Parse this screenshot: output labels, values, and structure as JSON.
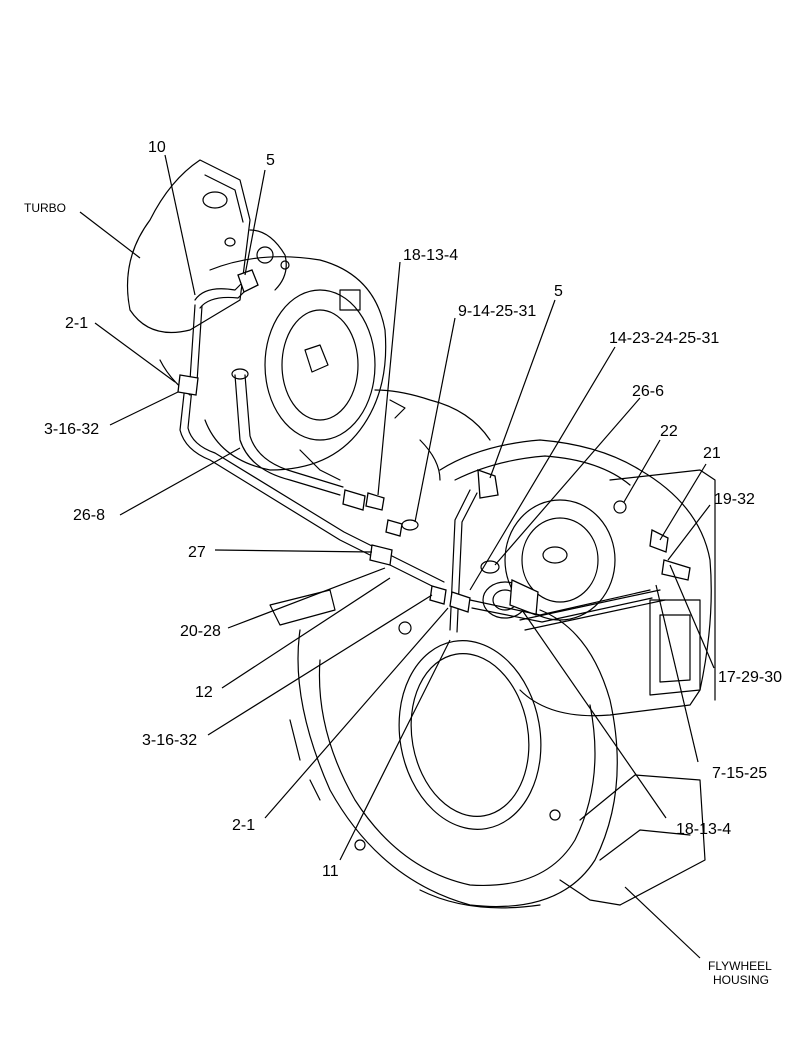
{
  "callouts": {
    "turbo": "TURBO",
    "c10": "10",
    "c5_top": "5",
    "c18_13_4_top": "18-13-4",
    "c2_1_left": "2-1",
    "c5_mid": "5",
    "c9_14_25_31": "9-14-25-31",
    "c14_23_24_25_31": "14-23-24-25-31",
    "c3_16_32_left": "3-16-32",
    "c26_6": "26-6",
    "c22": "22",
    "c21": "21",
    "c26_8": "26-8",
    "c19_32": "19-32",
    "c27": "27",
    "c20_28": "20-28",
    "c17_29_30": "17-29-30",
    "c12": "12",
    "c3_16_32_mid": "3-16-32",
    "c7_15_25": "7-15-25",
    "c2_1_bottom": "2-1",
    "c18_13_4_bottom": "18-13-4",
    "c11": "11",
    "flywheel_line1": "FLYWHEEL",
    "flywheel_line2": "HOUSING"
  }
}
